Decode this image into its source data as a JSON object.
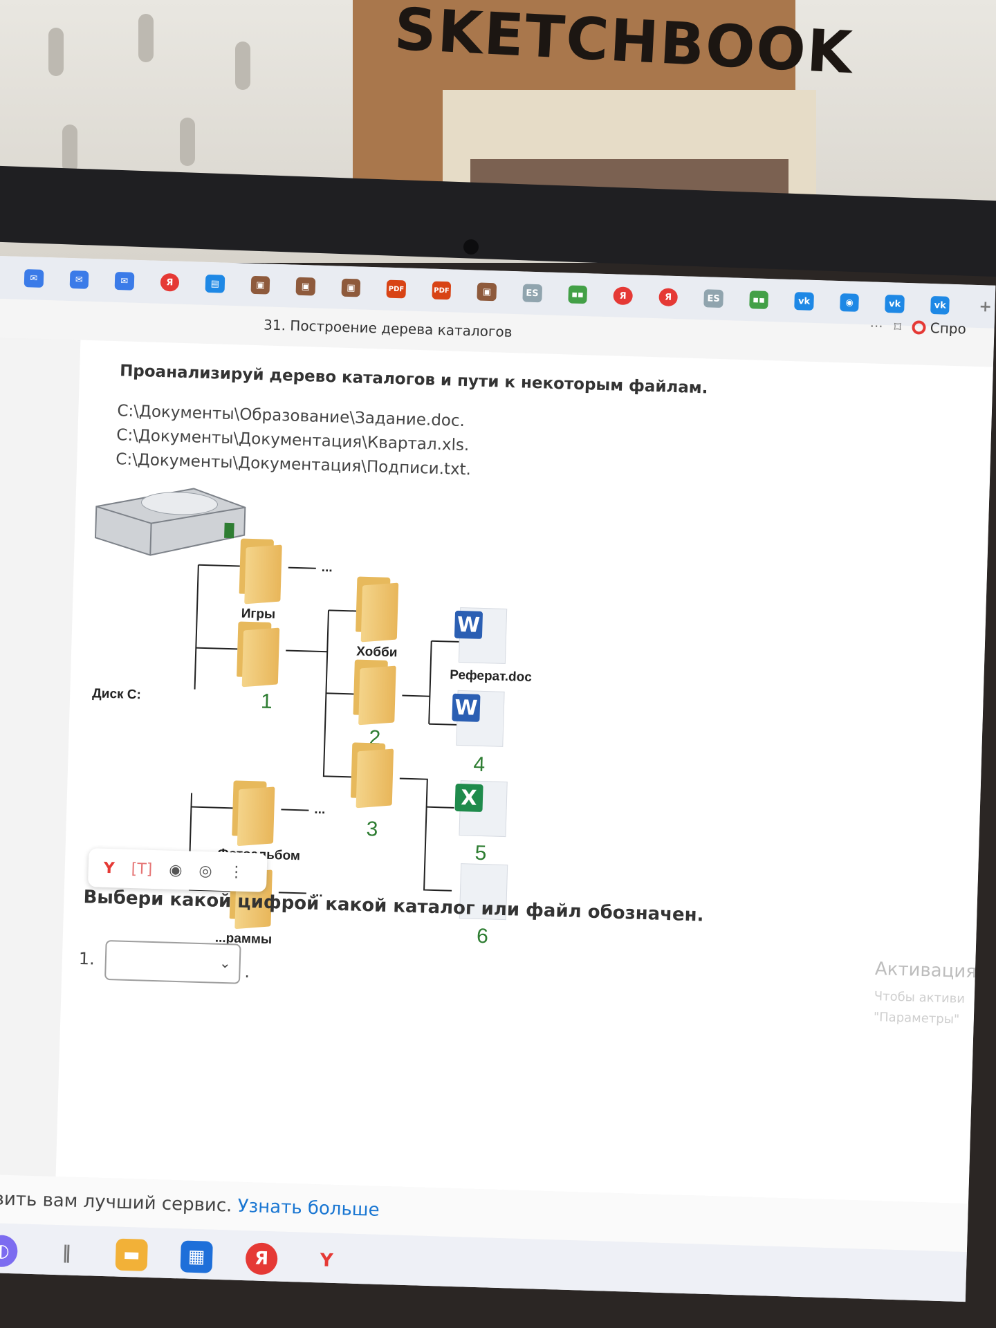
{
  "browser": {
    "tab_title": "31. Построение дерева каталогов",
    "ask_label": "Спро",
    "bookmarks": [
      "mail",
      "mail",
      "mail",
      "Я",
      "page",
      "img",
      "img",
      "img",
      "PDF",
      "PDF",
      "img",
      "ES",
      "app",
      "Я",
      "Я",
      "ES",
      "app",
      "vk",
      "chat",
      "vk",
      "vk",
      "+"
    ]
  },
  "task": {
    "instruction": "Проанализируй дерево каталогов и пути к некоторым файлам.",
    "paths": [
      "C:\\Документы\\Образование\\Задание.doc.",
      "C:\\Документы\\Документация\\Квартал.xls.",
      "C:\\Документы\\Документация\\Подписи.txt."
    ],
    "question": "Выбери какой цифрой какой каталог или файл обозначен.",
    "answer_number": "1.",
    "answer_suffix": "."
  },
  "tree": {
    "disk_label": "Диск С:",
    "folder_games": "Игры",
    "folder_hobby": "Хобби",
    "folder_photo": "Фотоальбом",
    "folder_programs": "...раммы",
    "file_referat": "Реферат.doc",
    "ellipsis": "...",
    "numbers": [
      "1",
      "2",
      "3",
      "4",
      "5",
      "6"
    ]
  },
  "overlay": {
    "activation_title": "Активация",
    "activation_line1": "Чтобы активи",
    "activation_line2": "\"Параметры\""
  },
  "footer": {
    "cookie_text": "тавить вам лучший сервис.",
    "cookie_link": "Узнать больше"
  },
  "colors": {
    "folder": "#e8b65a",
    "number_green": "#2e7d32",
    "word_blue": "#2b5fb3",
    "excel_green": "#1f8b4c",
    "link_blue": "#1976d2"
  }
}
